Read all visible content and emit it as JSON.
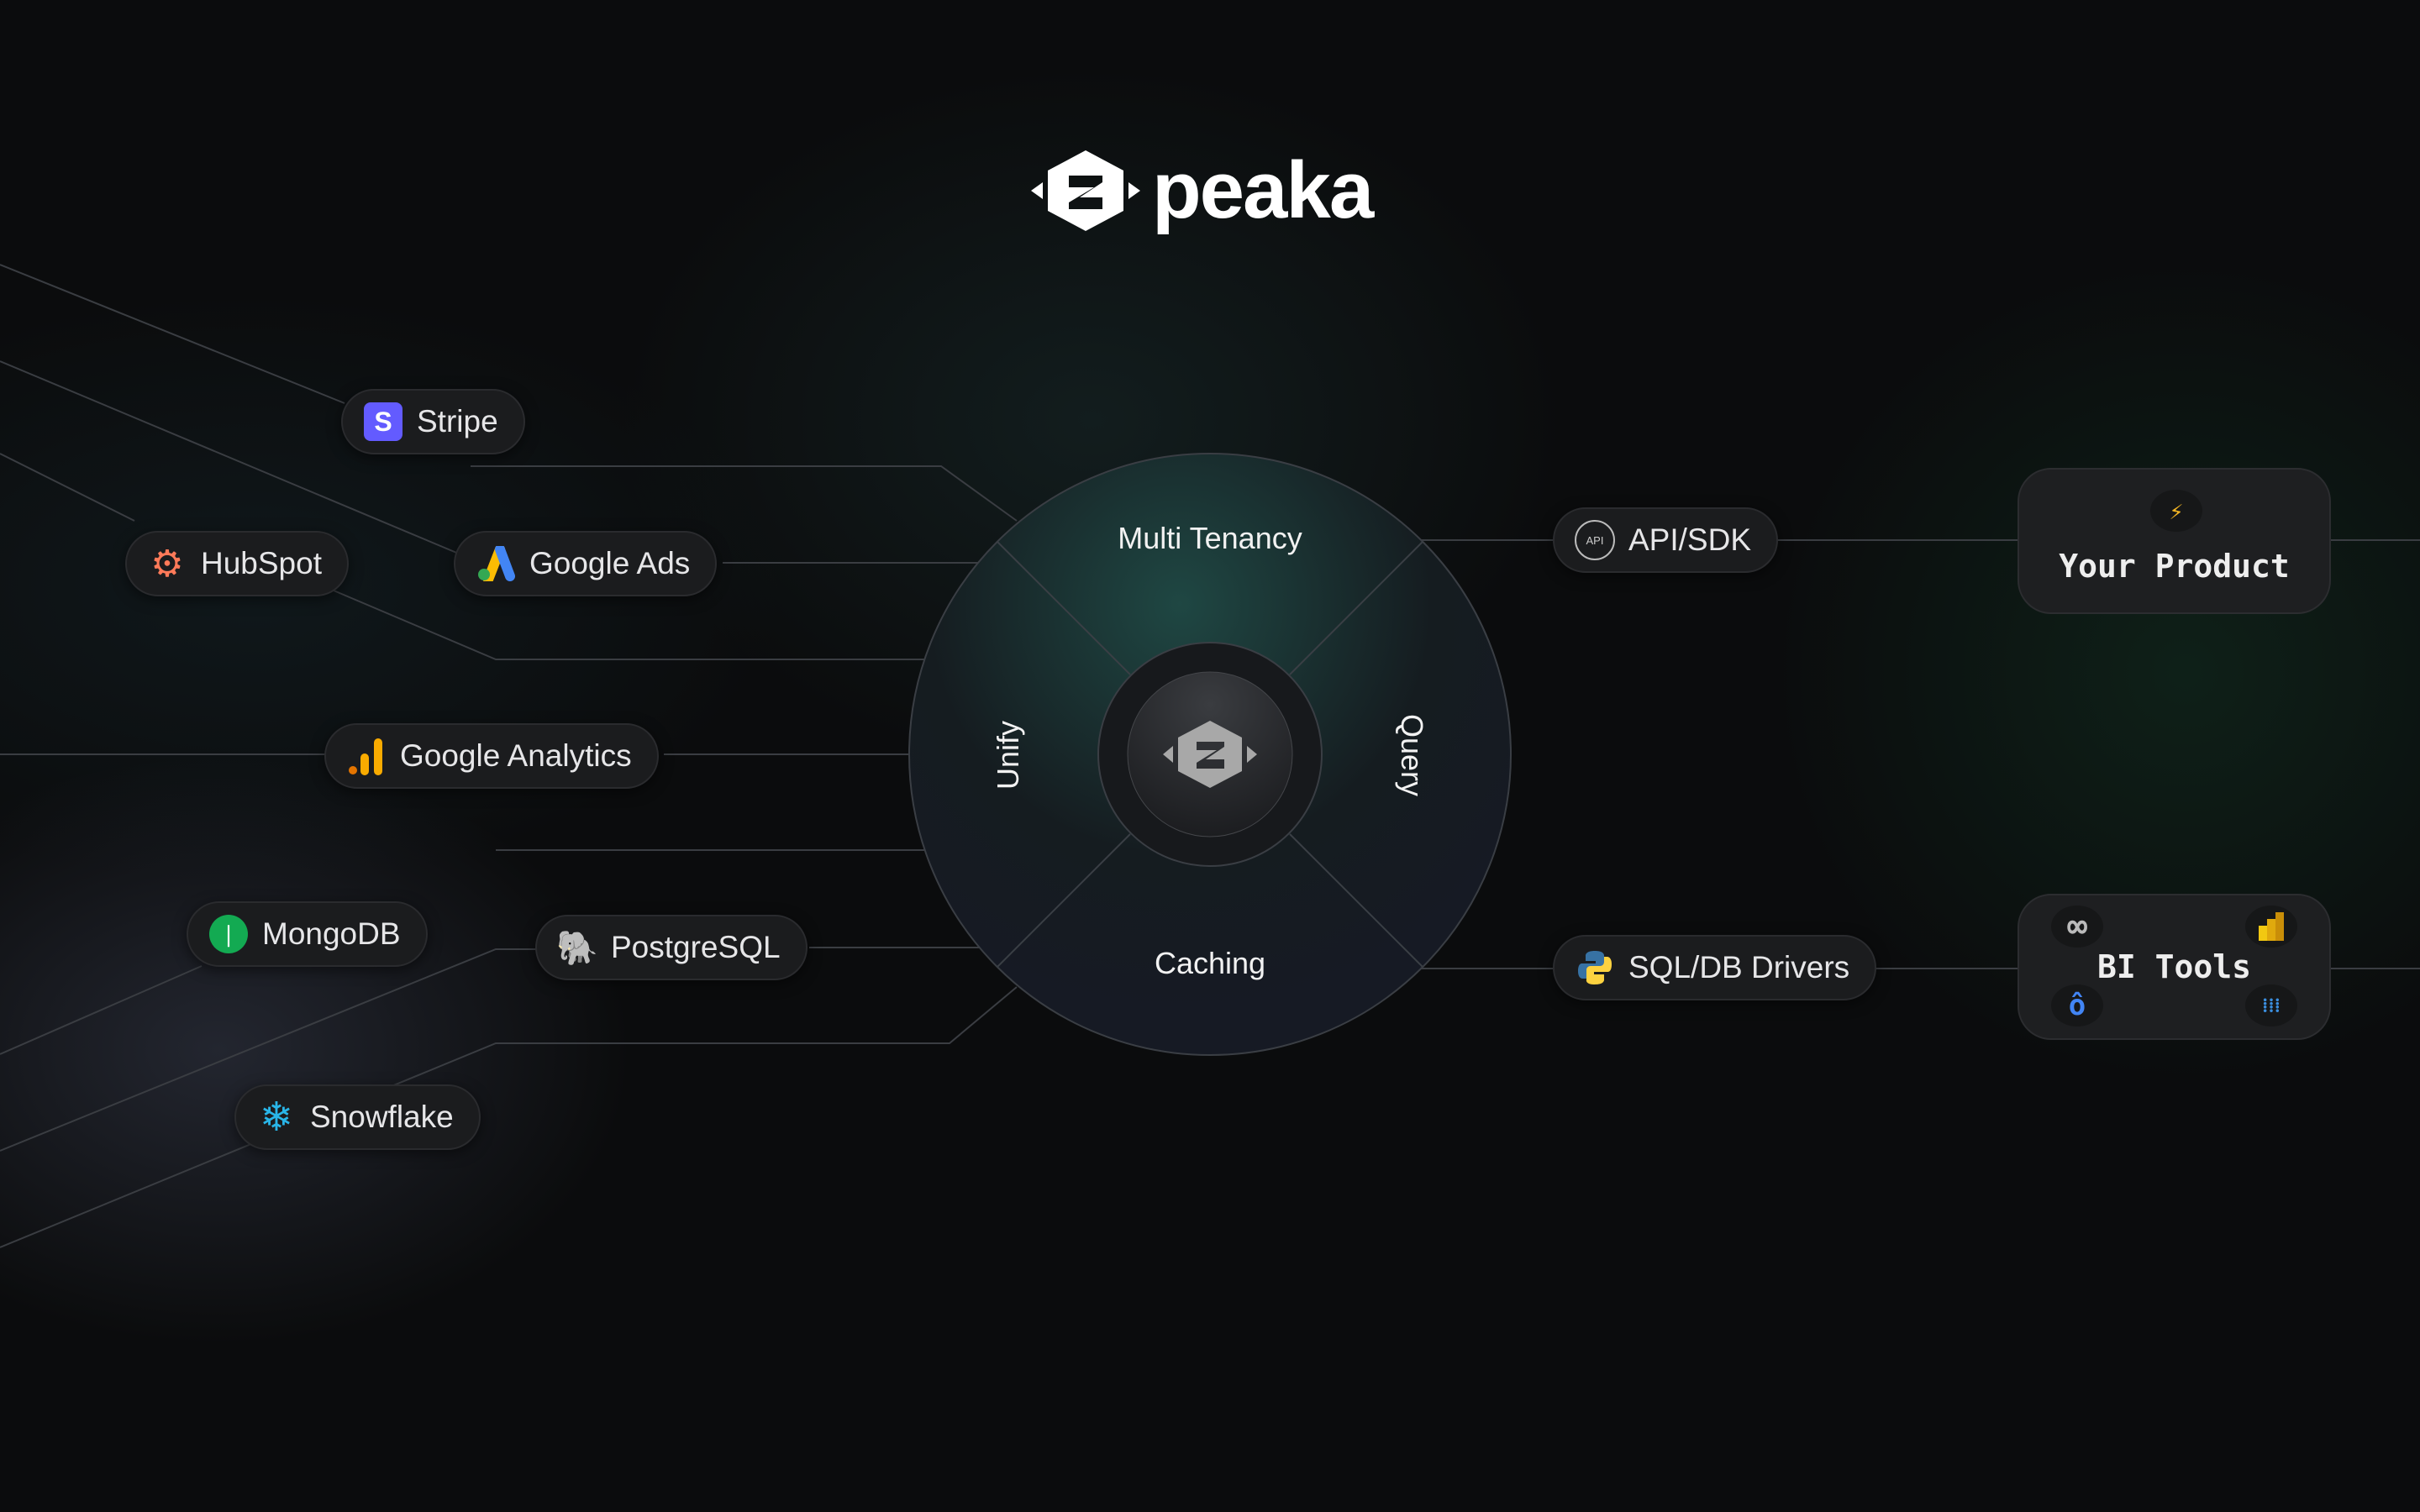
{
  "brand": {
    "name": "peaka"
  },
  "sources": [
    {
      "label": "Stripe",
      "icon": "stripe-icon"
    },
    {
      "label": "HubSpot",
      "icon": "hubspot-icon"
    },
    {
      "label": "Google Ads",
      "icon": "google-ads-icon"
    },
    {
      "label": "Google Analytics",
      "icon": "google-analytics-icon"
    },
    {
      "label": "MongoDB",
      "icon": "mongodb-icon"
    },
    {
      "label": "PostgreSQL",
      "icon": "postgresql-icon"
    },
    {
      "label": "Snowflake",
      "icon": "snowflake-icon"
    }
  ],
  "hub": {
    "top": "Multi Tenancy",
    "left": "Unify",
    "right": "Query",
    "bottom": "Caching"
  },
  "outputs": [
    {
      "label": "API/SDK",
      "icon": "api-icon"
    },
    {
      "label": "SQL/DB Drivers",
      "icon": "python-icon"
    }
  ],
  "targets": {
    "product": "Your Product",
    "bi": "BI Tools"
  },
  "colors": {
    "stripe": "#635bff",
    "hubspot": "#ff7a59",
    "mongodb": "#13aa52",
    "snowflake": "#29b5e8",
    "analytics": "#f9ab00"
  }
}
